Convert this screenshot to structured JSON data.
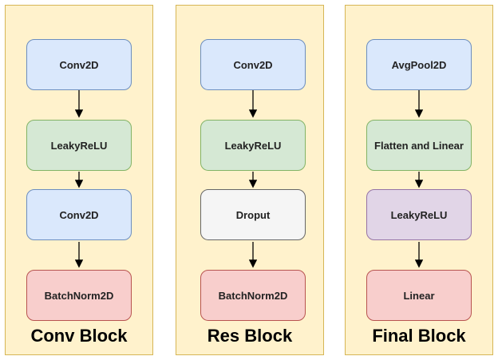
{
  "panels": [
    {
      "title": "Conv Block",
      "nodes": [
        "Conv2D",
        "LeakyReLU",
        "Conv2D",
        "BatchNorm2D"
      ]
    },
    {
      "title": "Res Block",
      "nodes": [
        "Conv2D",
        "LeakyReLU",
        "Droput",
        "BatchNorm2D"
      ]
    },
    {
      "title": "Final Block",
      "nodes": [
        "AvgPool2D",
        "Flatten and Linear",
        "LeakyReLU",
        "Linear"
      ]
    }
  ],
  "colors": {
    "panel_fill": "#fff2cc",
    "panel_border": "#d6b656",
    "blue": "#dae8fc",
    "green": "#d5e8d4",
    "red": "#f8cecc",
    "gray": "#f5f5f5",
    "purple": "#e1d5e7"
  }
}
